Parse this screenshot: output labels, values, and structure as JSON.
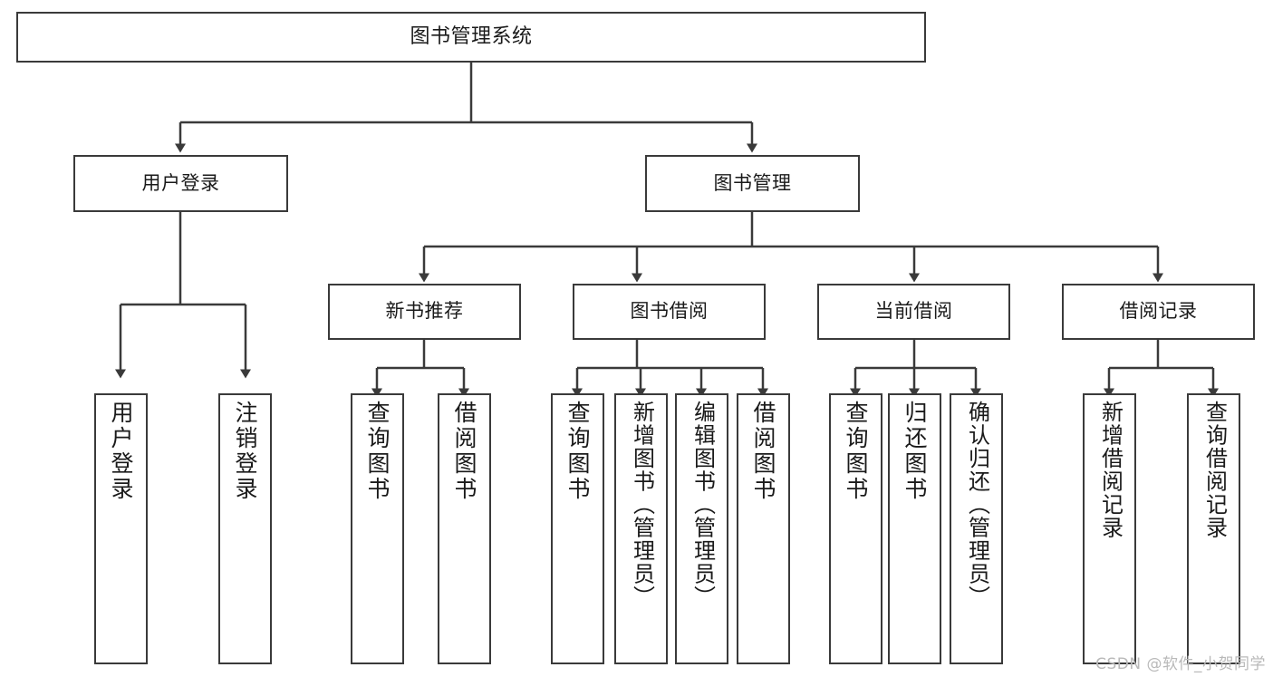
{
  "diagram": {
    "type": "tree-hierarchy-functional-decomposition",
    "title": "图书管理系统",
    "root": {
      "id": "root",
      "label": "图书管理系统"
    },
    "level1": [
      {
        "id": "l1-user-login",
        "label": "用户登录"
      },
      {
        "id": "l1-book-manage",
        "label": "图书管理"
      }
    ],
    "level2": [
      {
        "id": "l2-new-book-rec",
        "label": "新书推荐",
        "parent": "l1-book-manage"
      },
      {
        "id": "l2-book-borrow",
        "label": "图书借阅",
        "parent": "l1-book-manage"
      },
      {
        "id": "l2-current-borrow",
        "label": "当前借阅",
        "parent": "l1-book-manage"
      },
      {
        "id": "l2-borrow-record",
        "label": "借阅记录",
        "parent": "l1-book-manage"
      }
    ],
    "leaves": [
      {
        "id": "leaf-user-login",
        "label": "用户登录",
        "parent": "l1-user-login"
      },
      {
        "id": "leaf-logout",
        "label": "注销登录",
        "parent": "l1-user-login"
      },
      {
        "id": "leaf-query-book-1",
        "label": "查询图书",
        "parent": "l2-new-book-rec"
      },
      {
        "id": "leaf-borrow-book-1",
        "label": "借阅图书",
        "parent": "l2-new-book-rec"
      },
      {
        "id": "leaf-query-book-2",
        "label": "查询图书",
        "parent": "l2-book-borrow"
      },
      {
        "id": "leaf-add-book",
        "label": "新增图书（管理员）",
        "parent": "l2-book-borrow"
      },
      {
        "id": "leaf-edit-book",
        "label": "编辑图书（管理员）",
        "parent": "l2-book-borrow"
      },
      {
        "id": "leaf-borrow-book-2",
        "label": "借阅图书",
        "parent": "l2-book-borrow"
      },
      {
        "id": "leaf-query-book-3",
        "label": "查询图书",
        "parent": "l2-current-borrow"
      },
      {
        "id": "leaf-return-book",
        "label": "归还图书",
        "parent": "l2-current-borrow"
      },
      {
        "id": "leaf-confirm-return",
        "label": "确认归还（管理员）",
        "parent": "l2-current-borrow"
      },
      {
        "id": "leaf-add-record",
        "label": "新增借阅记录",
        "parent": "l2-borrow-record"
      },
      {
        "id": "leaf-query-record",
        "label": "查询借阅记录",
        "parent": "l2-borrow-record"
      }
    ]
  },
  "watermark": {
    "text": "CSDN @软件_小贺同学"
  },
  "colors": {
    "stroke": "#3a3a3a",
    "fill": "#ffffff",
    "text": "#1a1a1a",
    "watermark": "#b9b9b9"
  }
}
